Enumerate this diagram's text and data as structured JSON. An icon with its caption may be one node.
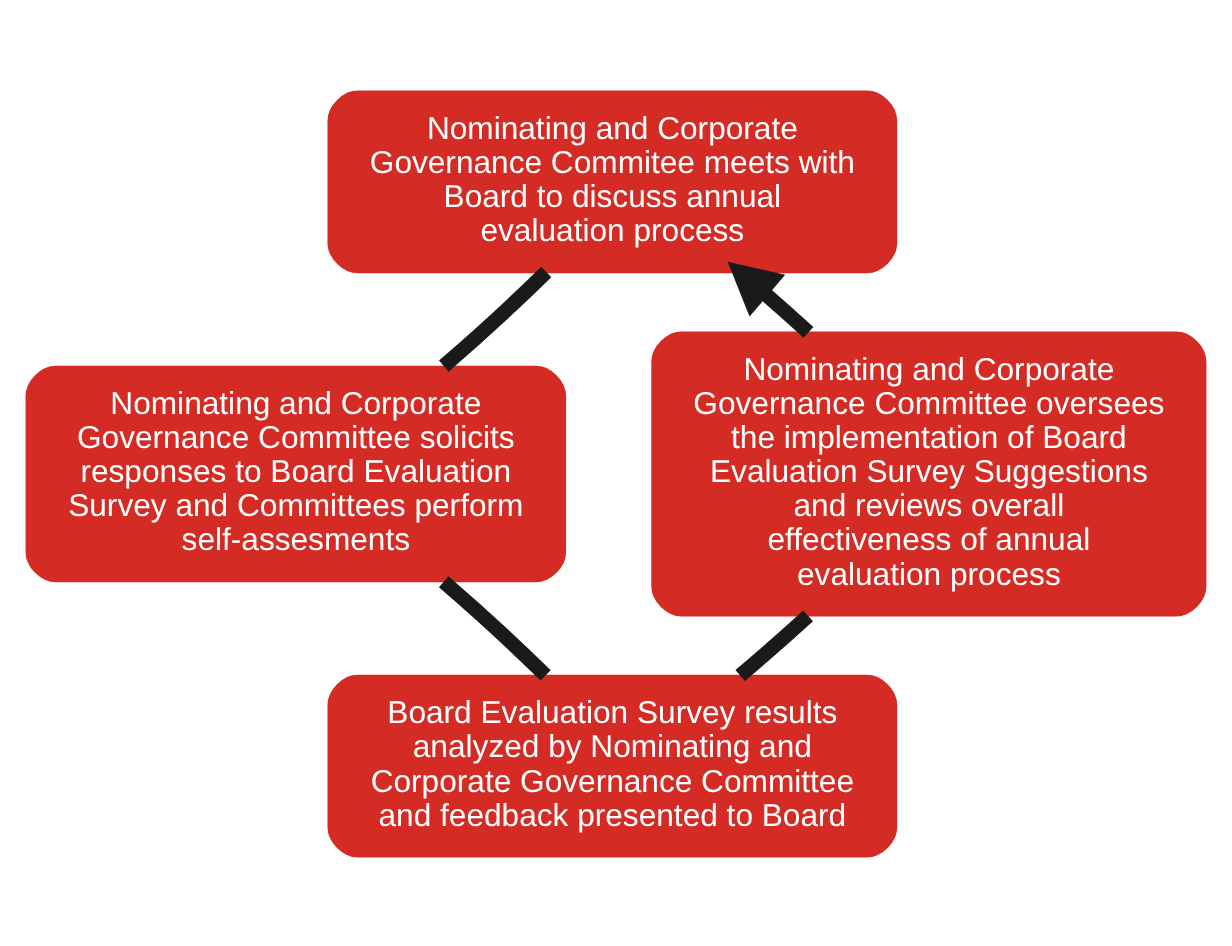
{
  "diagram": {
    "nodes": [
      {
        "text": [
          "Nominating and Corporate Governance Commitee meets with Board to discuss annual evaluation process"
        ]
      },
      {
        "text": [
          "Nominating and Corporate Governance Committee solicits responses to Board Evaluation Survey and Committees perform self-assesments"
        ]
      },
      {
        "text": [
          "Board Evaluation Survey results analyzed by Nominating and Corporate Governance Committee and feedback presented to Board"
        ]
      },
      {
        "text": [
          "Nominating and Corporate Governance Committee oversees the implementation of Board Evaluation Survey Suggestions and reviews overall effectiveness of annual evaluation process"
        ]
      }
    ],
    "edges": [
      {
        "from": 0,
        "to": 1,
        "arrow": "none"
      },
      {
        "from": 1,
        "to": 2,
        "arrow": "none"
      },
      {
        "from": 2,
        "to": 3,
        "arrow": "none"
      },
      {
        "from": 3,
        "to": 0,
        "arrow": "to"
      }
    ]
  }
}
